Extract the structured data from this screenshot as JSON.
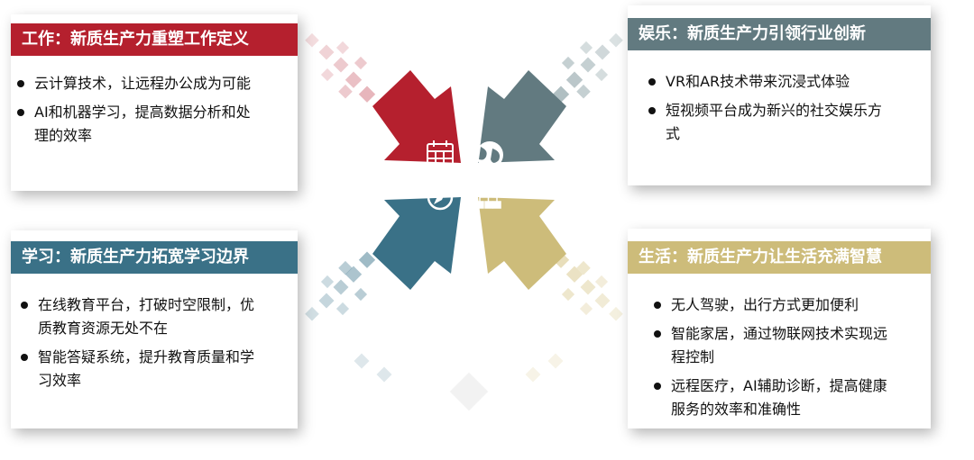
{
  "colors": {
    "red": "#b5202e",
    "slate": "#627a80",
    "teal": "#3a7187",
    "khaki": "#cdbc7a"
  },
  "panels": {
    "work": {
      "title": "工作：新质生产力重塑工作定义",
      "bullets": [
        {
          "line1": "云计算技术，让远程办公成为可能",
          "line2": ""
        },
        {
          "line1": "AI和机器学习，提高数据分析和处",
          "line2": "理的效率"
        }
      ],
      "icon": "calendar-icon"
    },
    "entertainment": {
      "title": "娱乐：新质生产力引领行业创新",
      "bullets": [
        {
          "line1": "VR和AR技术带来沉浸式体验",
          "line2": ""
        },
        {
          "line1": "短视频平台成为新兴的社交娱乐方",
          "line2": "式"
        }
      ],
      "icon": "globe-icon"
    },
    "study": {
      "title": "学习：新质生产力拓宽学习边界",
      "bullets": [
        {
          "line1": "在线教育平台，打破时空限制，优",
          "line2": "质教育资源无处不在"
        },
        {
          "line1": "智能答疑系统，提升教育质量和学",
          "line2": "习效率"
        }
      ],
      "icon": "compass-icon"
    },
    "life": {
      "title": "生活：新质生产力让生活充满智慧",
      "bullets": [
        {
          "line1": "无人驾驶，出行方式更加便利",
          "line2": ""
        },
        {
          "line1": "智能家居，通过物联网技术实现远",
          "line2": "程控制"
        },
        {
          "line1": "远程医疗，AI辅助诊断，提高健康",
          "line2": "服务的效率和准确性"
        }
      ],
      "icon": "sitemap-icon"
    }
  }
}
